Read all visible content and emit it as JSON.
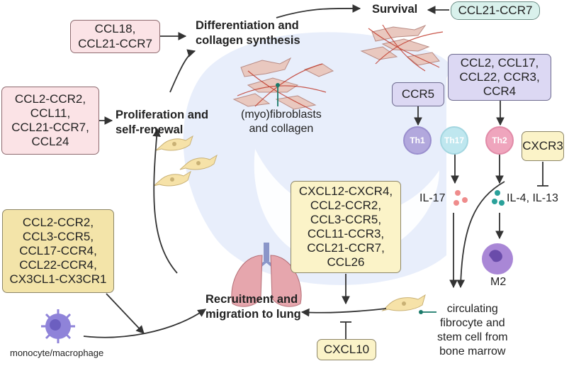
{
  "boxes": {
    "ccl18": [
      "CCL18,",
      "CCL21-CCR7"
    ],
    "prolif_inputs": [
      "CCL2-CCR2,",
      "CCL11,",
      "CCL21-CCR7,",
      "CCL24"
    ],
    "recruit_left": [
      "CCL2-CCR2,",
      "CCL3-CCR5,",
      "CCL17-CCR4,",
      "CCL22-CCR4,",
      "CX3CL1-CX3CR1"
    ],
    "recruit_center": [
      "CXCL12-CXCR4,",
      "CCL2-CCR2,",
      "CCL3-CCR5,",
      "CCL11-CCR3,",
      "CCL21-CCR7,",
      "CCL26"
    ],
    "survival_input": [
      "CCL21-CCR7"
    ],
    "th2_inputs": [
      "CCL2, CCL17,",
      "CCL22, CCR3,",
      "CCR4"
    ],
    "th1_input": [
      "CCR5"
    ],
    "inhibit_th2": [
      "CXCR3"
    ],
    "inhibit_recruit": [
      "CXCL10"
    ]
  },
  "stages": {
    "differentiation": [
      "Differentiation and",
      "collagen synthesis"
    ],
    "survival": "Survival",
    "proliferation": [
      "Proliferation and",
      "self-renewal"
    ],
    "recruitment": [
      "Recruitment and",
      "migration to lung"
    ]
  },
  "labels": {
    "myofibroblasts": [
      "(myo)fibroblasts",
      "and collagen"
    ],
    "il17": "IL-17",
    "il4": "IL-4, IL-13",
    "m2": "M2",
    "fibrocyte": [
      "circulating",
      "fibrocyte and",
      "stem cell from",
      "bone marrow"
    ],
    "monocyte": "monocyte/macrophage"
  },
  "cells": {
    "th1": "Th1",
    "th17": "Th17",
    "th2": "Th2"
  },
  "colors": {
    "pink_box": "#fbe3e6",
    "teal_box": "#d9f1ec",
    "lavender_box": "#dcd8f3",
    "yellow_box": "#fbf3c8",
    "tan_box": "#f3e4a9",
    "th1": "#b2a8dd",
    "th17": "#bfe7ef",
    "th2": "#efa5bd",
    "m2": "#a987d6",
    "monocyte": "#8f83d9",
    "background_blob": "#e6eefb",
    "arrow": "#333333"
  },
  "icons": [
    "fibroblast-cell-icon",
    "lung-icon",
    "macrophage-icon",
    "m2-macrophage-icon",
    "cytokine-dots-icon",
    "fibrocyte-cell-icon"
  ]
}
